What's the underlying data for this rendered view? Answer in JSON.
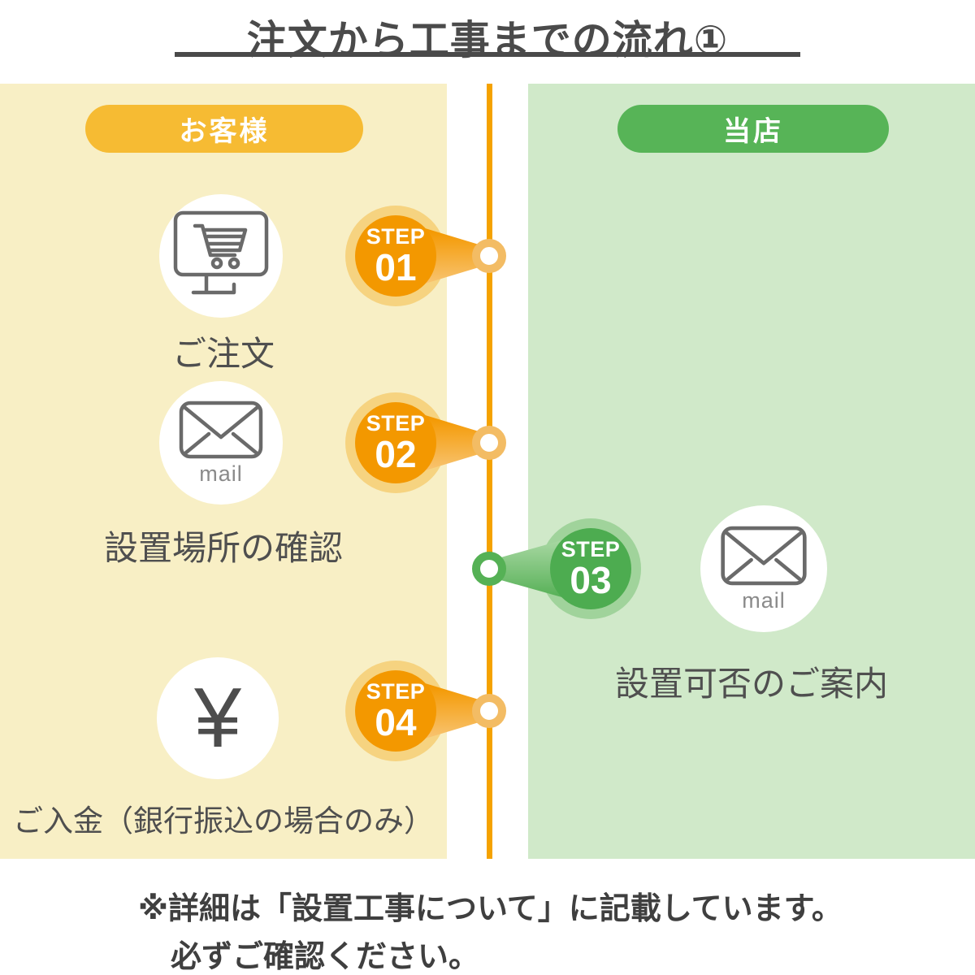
{
  "title": "注文から工事までの流れ①",
  "left": {
    "header": "お客様",
    "items": [
      {
        "icon": "cart-monitor-icon",
        "label": "ご注文"
      },
      {
        "icon": "mail-icon",
        "caption": "mail",
        "label": "設置場所の確認"
      },
      {
        "icon": "yen-icon",
        "glyph": "¥",
        "label": "ご入金（銀行振込の場合のみ）"
      }
    ]
  },
  "right": {
    "header": "当店",
    "items": [
      {
        "icon": "mail-icon",
        "caption": "mail",
        "label": "設置可否のご案内"
      }
    ]
  },
  "steps": [
    {
      "word": "STEP",
      "num": "01"
    },
    {
      "word": "STEP",
      "num": "02"
    },
    {
      "word": "STEP",
      "num": "03"
    },
    {
      "word": "STEP",
      "num": "04"
    }
  ],
  "note": {
    "line1": "※詳細は「設置工事について」に記載しています。",
    "line2": "必ずご確認ください。"
  },
  "colors": {
    "customer_bg": "#f8efc5",
    "customer_pill": "#f6bb33",
    "shop_bg": "#d0e9c9",
    "shop_pill": "#57b457",
    "timeline": "#f5a200",
    "badge_orange": "#f39800",
    "badge_green": "#4dac50",
    "text_dark": "#4a4a4a"
  }
}
